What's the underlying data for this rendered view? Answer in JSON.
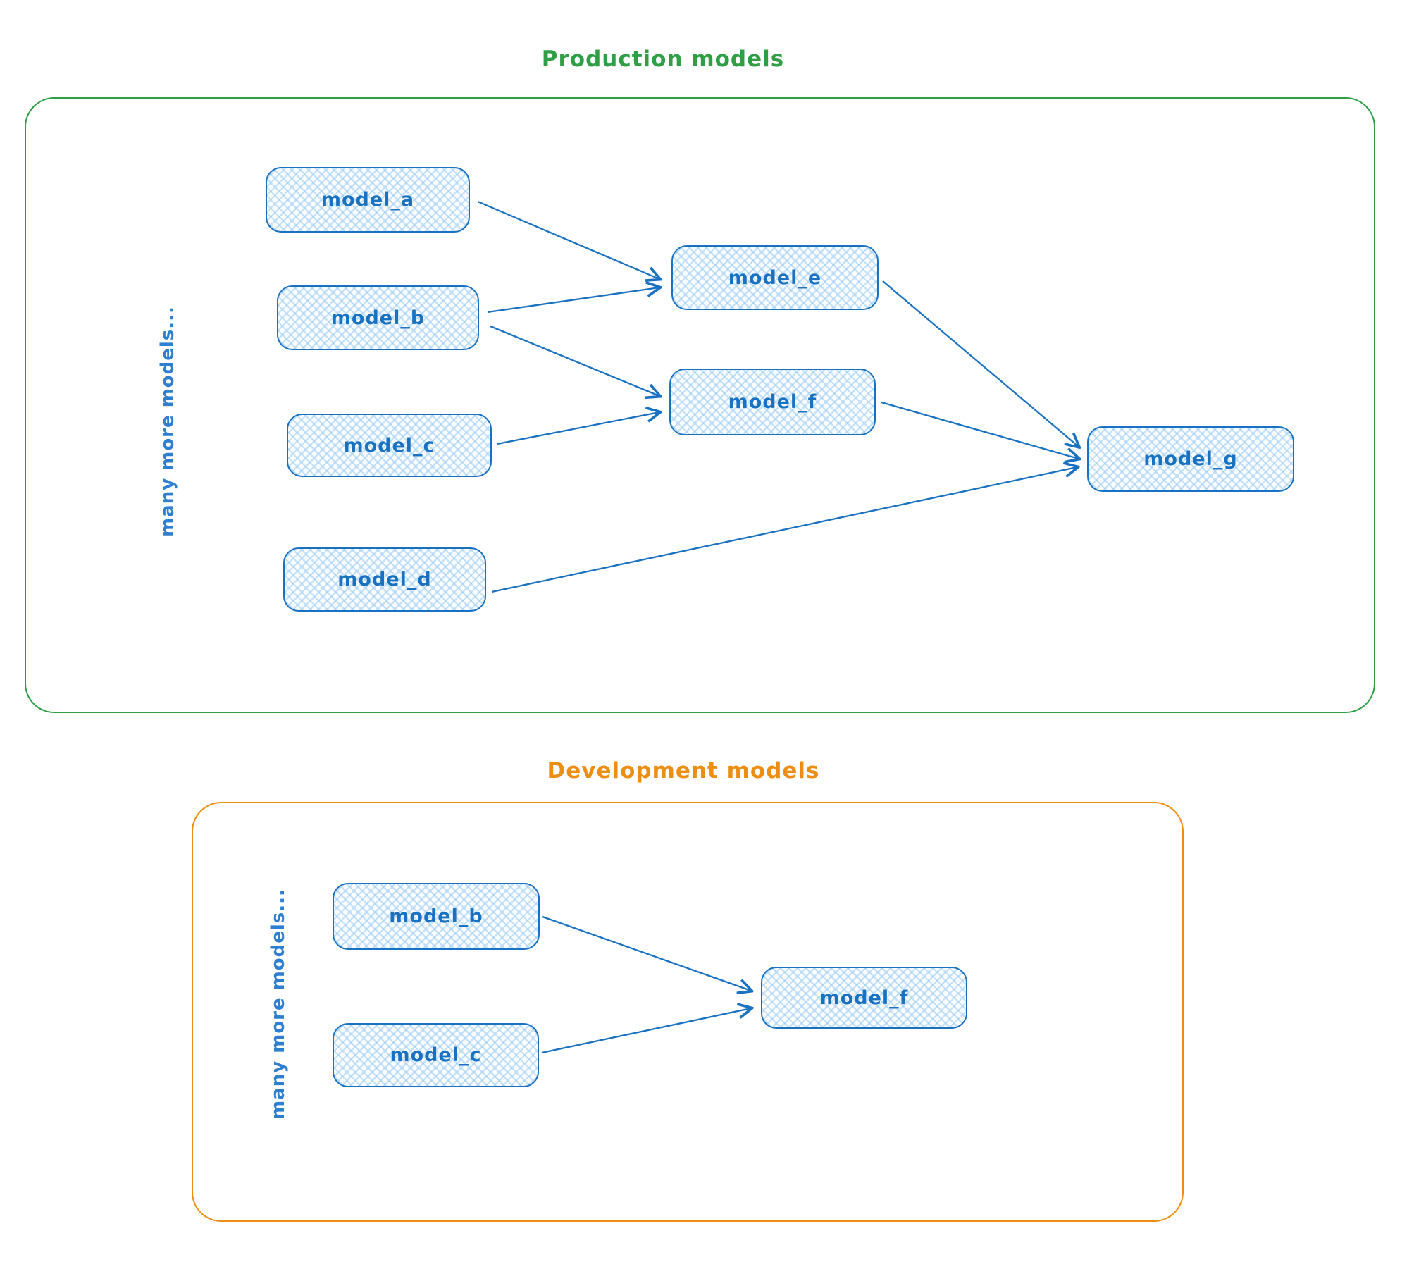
{
  "production": {
    "title": "Production models",
    "side_label": "many more models...",
    "nodes": [
      {
        "id": "model_a",
        "label": "model_a"
      },
      {
        "id": "model_b",
        "label": "model_b"
      },
      {
        "id": "model_c",
        "label": "model_c"
      },
      {
        "id": "model_d",
        "label": "model_d"
      },
      {
        "id": "model_e",
        "label": "model_e"
      },
      {
        "id": "model_f",
        "label": "model_f"
      },
      {
        "id": "model_g",
        "label": "model_g"
      }
    ],
    "edges": [
      {
        "from": "model_a",
        "to": "model_e"
      },
      {
        "from": "model_b",
        "to": "model_e"
      },
      {
        "from": "model_b",
        "to": "model_f"
      },
      {
        "from": "model_c",
        "to": "model_f"
      },
      {
        "from": "model_e",
        "to": "model_g"
      },
      {
        "from": "model_f",
        "to": "model_g"
      },
      {
        "from": "model_d",
        "to": "model_g"
      }
    ]
  },
  "development": {
    "title": "Development models",
    "side_label": "many more models...",
    "nodes": [
      {
        "id": "model_b",
        "label": "model_b"
      },
      {
        "id": "model_c",
        "label": "model_c"
      },
      {
        "id": "model_f",
        "label": "model_f"
      }
    ],
    "edges": [
      {
        "from": "model_b",
        "to": "model_f"
      },
      {
        "from": "model_c",
        "to": "model_f"
      }
    ]
  },
  "colors": {
    "production_accent": "#2f9e44",
    "development_accent": "#ec8e13",
    "node_stroke": "#1971c2",
    "node_fill_hatch": "#a5d8ff",
    "side_label_color": "#2f7fd1"
  }
}
